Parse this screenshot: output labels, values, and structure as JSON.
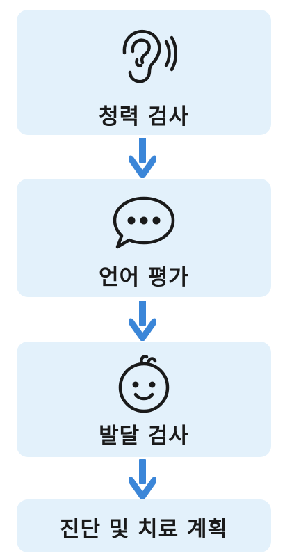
{
  "steps": [
    {
      "label": "청력 검사",
      "icon": "ear-icon"
    },
    {
      "label": "언어 평가",
      "icon": "speech-bubble-icon"
    },
    {
      "label": "발달 검사",
      "icon": "baby-face-icon"
    },
    {
      "label": "진단 및 치료 계획",
      "icon": ""
    }
  ],
  "colors": {
    "card_background": "#e3f1fb",
    "arrow": "#3b86d8",
    "text": "#1a1a1a",
    "icon_stroke": "#1a1a1a"
  }
}
